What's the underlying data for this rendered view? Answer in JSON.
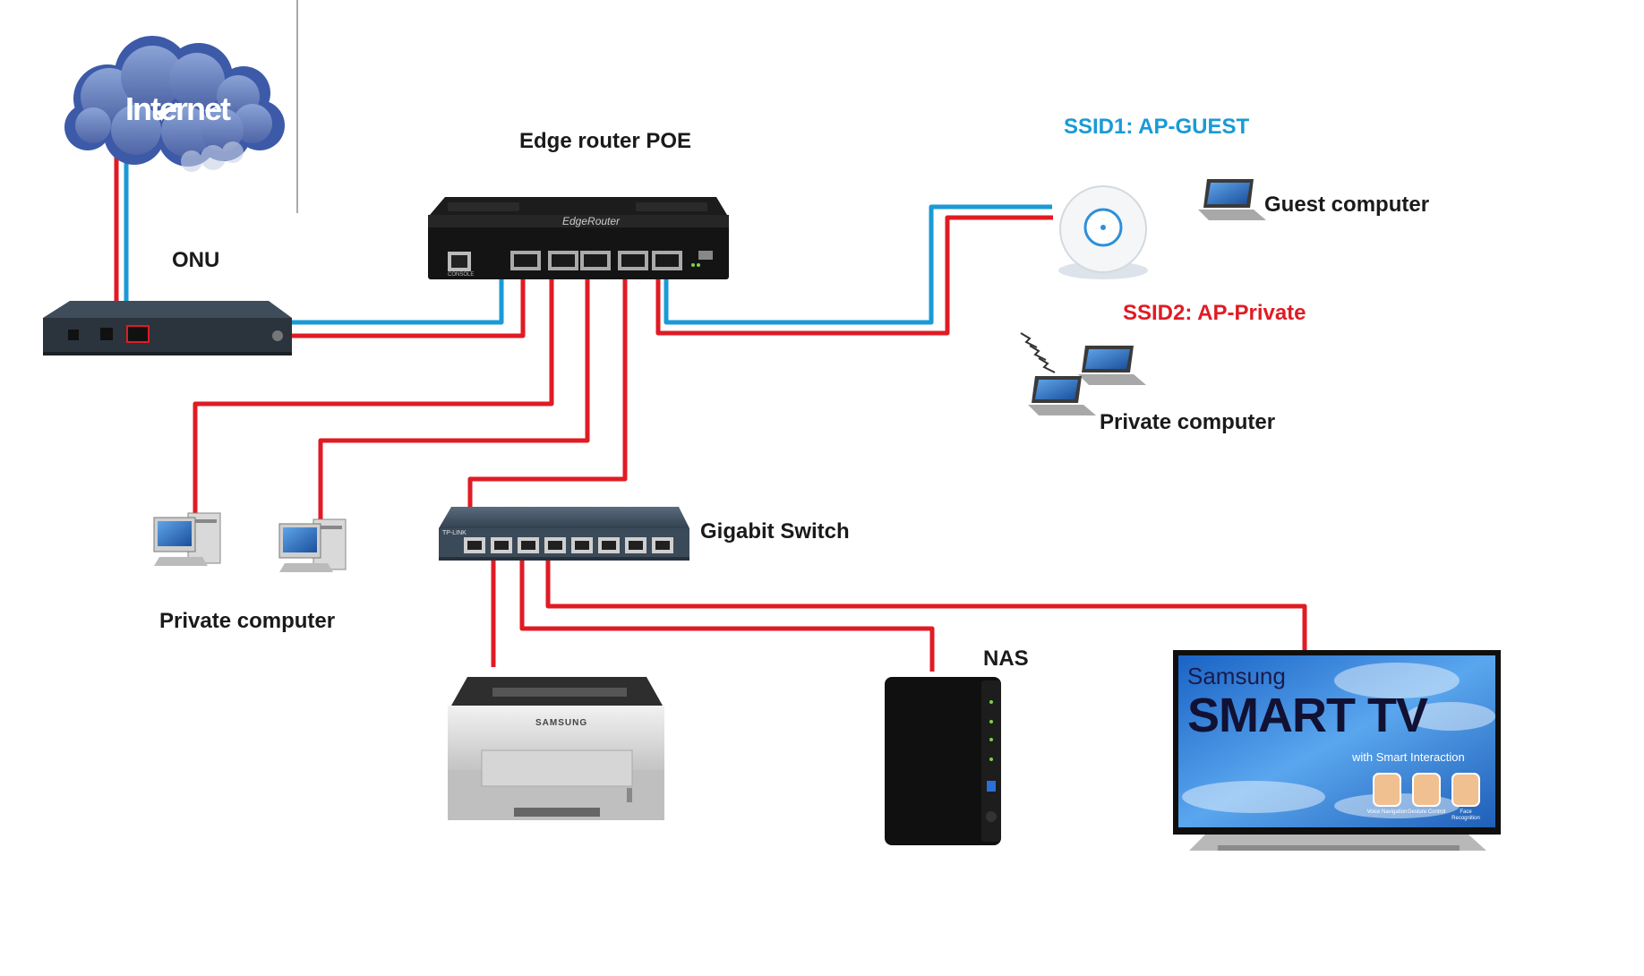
{
  "labels": {
    "internet": "Internet",
    "edge_router": "Edge router POE",
    "onu": "ONU",
    "ssid1": "SSID1: AP-GUEST",
    "ssid2": "SSID2: AP-Private",
    "guest_computer": "Guest computer",
    "private_computer_wifi": "Private computer",
    "private_computer_wired": "Private computer",
    "gigabit_switch": "Gigabit Switch",
    "nas": "NAS"
  },
  "device_text": {
    "router_brand": "EdgeRouter",
    "router_console": "CONSOLE",
    "switch_brand": "TP-LINK",
    "printer_brand": "SAMSUNG",
    "tv_brand": "Samsung",
    "tv_smart": "SMART TV",
    "tv_tagline": "with Smart Interaction",
    "tv_features": [
      "Voice Navigation",
      "Gesture Control",
      "Face Recognition"
    ]
  },
  "colors": {
    "private_link": "#e01b24",
    "guest_link": "#1a9ad6",
    "ssid_guest": "#1a9ad6",
    "ssid_private": "#e01b24"
  }
}
